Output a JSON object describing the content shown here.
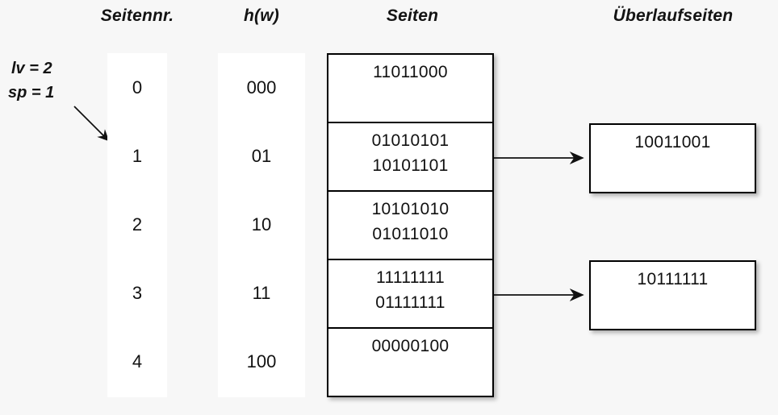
{
  "headers": {
    "seitennr": "Seitennr.",
    "hw": "h(w)",
    "seiten": "Seiten",
    "ueberlaufseiten": "Überlaufseiten"
  },
  "params": {
    "lv": "lv = 2",
    "sp": "sp = 1"
  },
  "colors": {
    "background": "#f7f7f7",
    "strip": "#ffffff",
    "border": "#000000",
    "text": "#111111"
  },
  "rows": [
    {
      "seitennr": "0",
      "hw": "000",
      "records": [
        "11011000"
      ]
    },
    {
      "seitennr": "1",
      "hw": "01",
      "records": [
        "01010101",
        "10101101"
      ]
    },
    {
      "seitennr": "2",
      "hw": "10",
      "records": [
        "10101010",
        "01011010"
      ]
    },
    {
      "seitennr": "3",
      "hw": "11",
      "records": [
        "11111111",
        "01111111"
      ]
    },
    {
      "seitennr": "4",
      "hw": "100",
      "records": [
        "00000100"
      ]
    }
  ],
  "overflow_pages": [
    {
      "from_row": 1,
      "records": [
        "10011001"
      ]
    },
    {
      "from_row": 3,
      "records": [
        "10111111"
      ]
    }
  ]
}
